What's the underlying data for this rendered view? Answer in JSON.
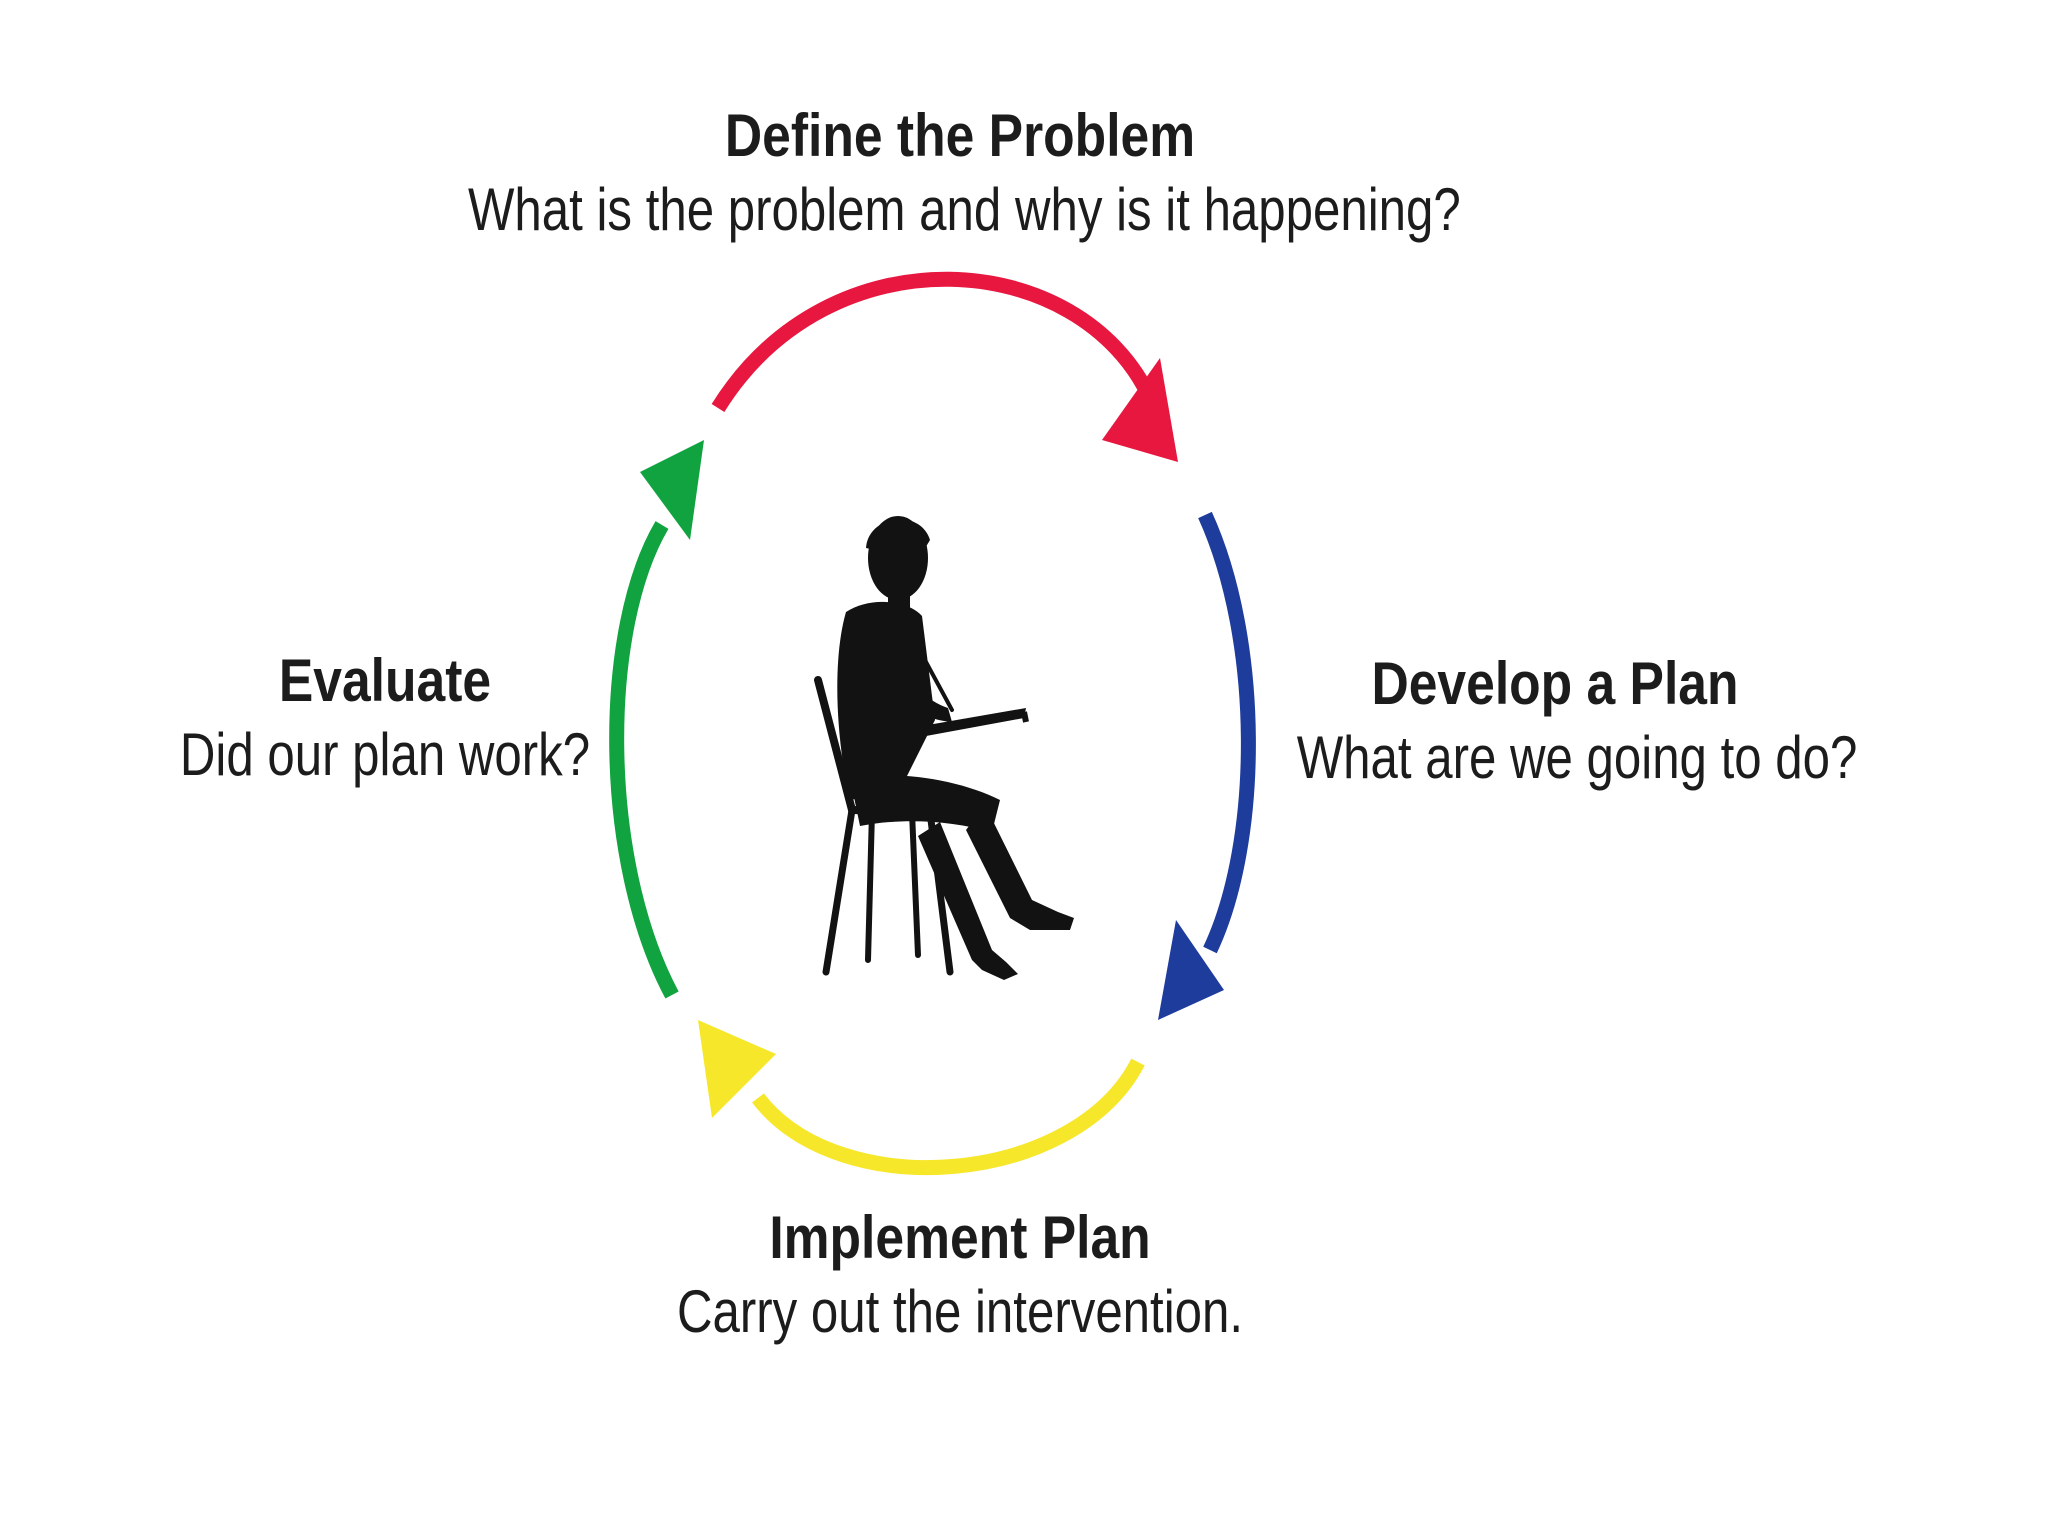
{
  "stages": {
    "define": {
      "title": "Define the Problem",
      "question": "What is the problem and why is it happening?",
      "color": "#e8173f"
    },
    "develop": {
      "title": "Develop a Plan",
      "question": "What are we going to do?",
      "color": "#1d3c9c"
    },
    "implement": {
      "title": "Implement Plan",
      "question": "Carry out the intervention.",
      "color": "#f6e72b"
    },
    "evaluate": {
      "title": "Evaluate",
      "question": "Did our plan work?",
      "color": "#11a33f"
    }
  },
  "center_figure": {
    "icon": "seated-person-writing-icon",
    "color": "#121212"
  }
}
